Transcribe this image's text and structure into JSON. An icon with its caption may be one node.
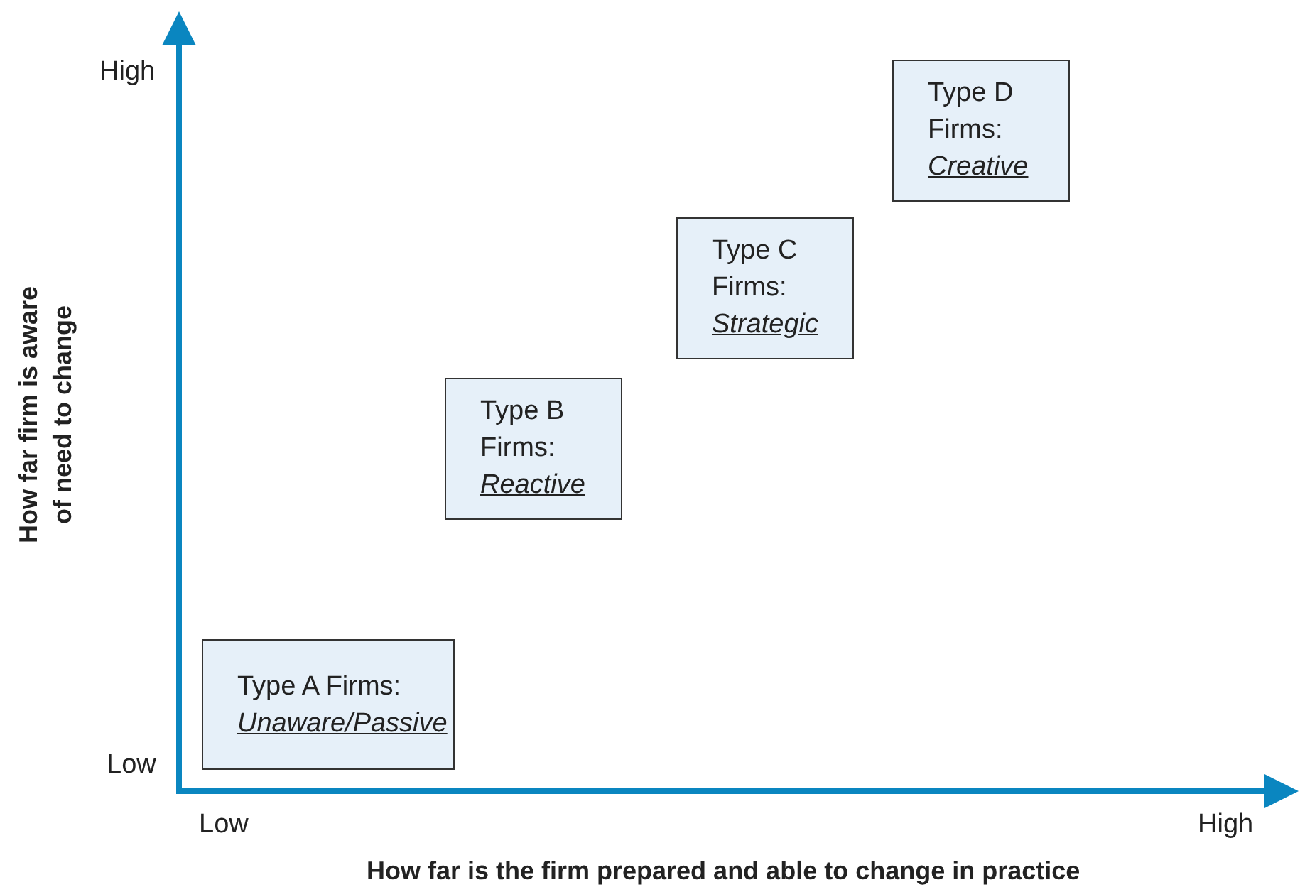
{
  "diagram": {
    "nodes": [
      {
        "text": [
          "Type A Firms:",
          "Unaware/Passive"
        ]
      },
      {
        "text": [
          "Type B Firms:",
          "Reactive"
        ]
      },
      {
        "text": [
          "Type C Firms:",
          "Strategic"
        ]
      },
      {
        "text": [
          "Type D Firms:",
          "Creative"
        ]
      }
    ],
    "edges": [],
    "labels": [
      "High",
      "How far firm is aware of need to change",
      "Low",
      "Low",
      "High",
      "How far is the firm prepared and able to change in practice"
    ]
  }
}
